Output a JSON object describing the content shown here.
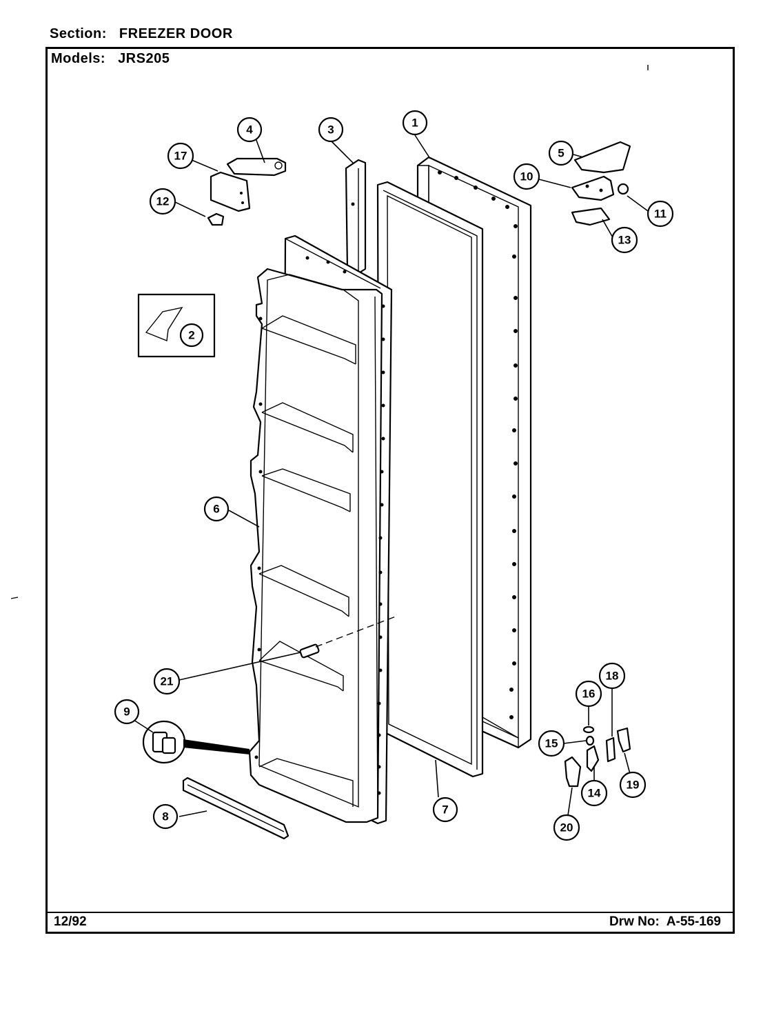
{
  "header": {
    "section_label": "Section:",
    "section_value": "FREEZER DOOR",
    "models_label": "Models:",
    "models_value": "JRS205"
  },
  "footer": {
    "date": "12/92",
    "drawing_label": "Drw No:",
    "drawing_number": "A-55-169"
  },
  "callouts": {
    "c1": "1",
    "c2": "2",
    "c3": "3",
    "c4": "4",
    "c5": "5",
    "c6": "6",
    "c7": "7",
    "c8": "8",
    "c9": "9",
    "c10": "10",
    "c11": "11",
    "c12": "12",
    "c13": "13",
    "c14": "14",
    "c15": "15",
    "c16": "16",
    "c17": "17",
    "c18": "18",
    "c19": "19",
    "c20": "20",
    "c21": "21"
  }
}
